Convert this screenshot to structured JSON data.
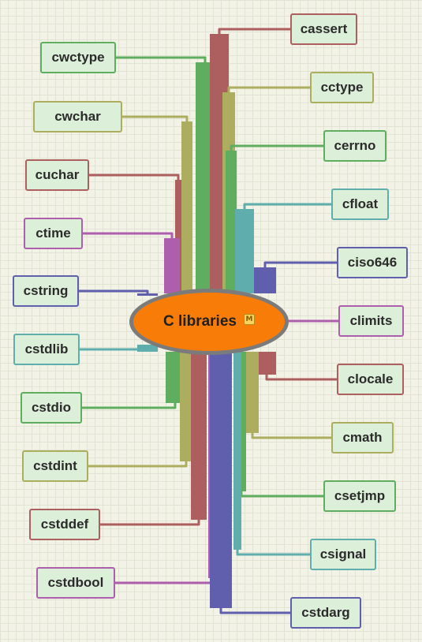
{
  "center": {
    "label": "C libraries",
    "badge": "M"
  },
  "left_nodes": [
    {
      "id": "cwctype",
      "label": "cwctype",
      "color": "#5fad5f"
    },
    {
      "id": "cwchar",
      "label": "cwchar",
      "color": "#adad5f"
    },
    {
      "id": "cuchar",
      "label": "cuchar",
      "color": "#ad5f5f"
    },
    {
      "id": "ctime",
      "label": "ctime",
      "color": "#ad5fad"
    },
    {
      "id": "cstring",
      "label": "cstring",
      "color": "#5f5fad"
    },
    {
      "id": "cstdlib",
      "label": "cstdlib",
      "color": "#5fadad"
    },
    {
      "id": "cstdio",
      "label": "cstdio",
      "color": "#5fad5f"
    },
    {
      "id": "cstdint",
      "label": "cstdint",
      "color": "#adad5f"
    },
    {
      "id": "cstddef",
      "label": "cstddef",
      "color": "#ad5f5f"
    },
    {
      "id": "cstdbool",
      "label": "cstdbool",
      "color": "#ad5fad"
    }
  ],
  "right_nodes": [
    {
      "id": "cassert",
      "label": "cassert",
      "color": "#ad5f5f"
    },
    {
      "id": "cctype",
      "label": "cctype",
      "color": "#adad5f"
    },
    {
      "id": "cerrno",
      "label": "cerrno",
      "color": "#5fad5f"
    },
    {
      "id": "cfloat",
      "label": "cfloat",
      "color": "#5fadad"
    },
    {
      "id": "ciso646",
      "label": "ciso646",
      "color": "#5f5fad"
    },
    {
      "id": "climits",
      "label": "climits",
      "color": "#ad5fad"
    },
    {
      "id": "clocale",
      "label": "clocale",
      "color": "#ad5f5f"
    },
    {
      "id": "cmath",
      "label": "cmath",
      "color": "#adad5f"
    },
    {
      "id": "csetjmp",
      "label": "csetjmp",
      "color": "#5fad5f"
    },
    {
      "id": "csignal",
      "label": "csignal",
      "color": "#5fadad"
    },
    {
      "id": "cstdarg",
      "label": "cstdarg",
      "color": "#5f5fad"
    }
  ]
}
